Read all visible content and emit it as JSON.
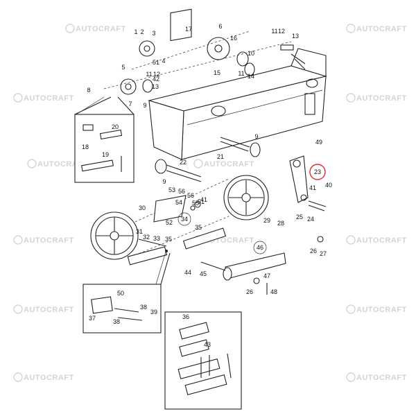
{
  "watermark": {
    "text": "AUTOCRAFT"
  },
  "highlight": {
    "part": "23",
    "color": "#e03030"
  },
  "callouts": [
    "1",
    "2",
    "3",
    "4",
    "5",
    "6",
    "7",
    "8",
    "9",
    "10",
    "11",
    "12",
    "13",
    "14",
    "15",
    "16",
    "17",
    "18",
    "19",
    "20",
    "21",
    "22",
    "23",
    "24",
    "25",
    "26",
    "27",
    "28",
    "29",
    "30",
    "31",
    "32",
    "33",
    "34",
    "35",
    "36",
    "37",
    "38",
    "39",
    "40",
    "41",
    "42",
    "43",
    "44",
    "45",
    "46",
    "47",
    "48",
    "49",
    "50",
    "51",
    "52",
    "53",
    "54",
    "55",
    "56"
  ]
}
